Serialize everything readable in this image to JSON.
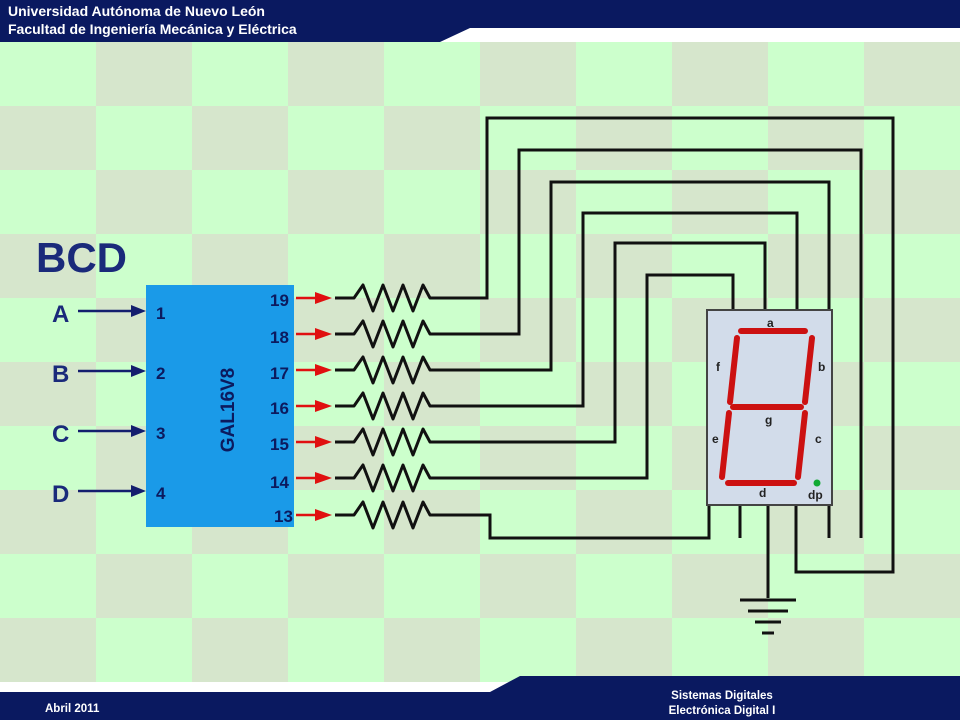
{
  "header": {
    "line1": "Universidad Autónoma de Nuevo León",
    "line2": "Facultad de Ingeniería Mecánica y Eléctrica"
  },
  "footer": {
    "date": "Abril 2011",
    "course_line1": "Sistemas Digitales",
    "course_line2": "Electrónica Digital I"
  },
  "diagram": {
    "title": "BCD",
    "chip_label": "GAL16V8",
    "inputs": [
      {
        "letter": "A",
        "pin": "1"
      },
      {
        "letter": "B",
        "pin": "2"
      },
      {
        "letter": "C",
        "pin": "3"
      },
      {
        "letter": "D",
        "pin": "4"
      }
    ],
    "outputs": [
      "19",
      "18",
      "17",
      "16",
      "15",
      "14",
      "13"
    ],
    "segments": {
      "a": "a",
      "b": "b",
      "c": "c",
      "d": "d",
      "e": "e",
      "f": "f",
      "g": "g",
      "dp": "dp"
    }
  },
  "colors": {
    "navy": "#0a1960",
    "board_light": "#ccffcc",
    "board_dark": "#d6e6cc",
    "chip": "#1a9ae8",
    "segment_red": "#cc1111",
    "display_body": "#d2dcea",
    "arrow_red": "#e01010",
    "arrow_navy": "#141e6e",
    "dp_green": "#11aa33"
  }
}
